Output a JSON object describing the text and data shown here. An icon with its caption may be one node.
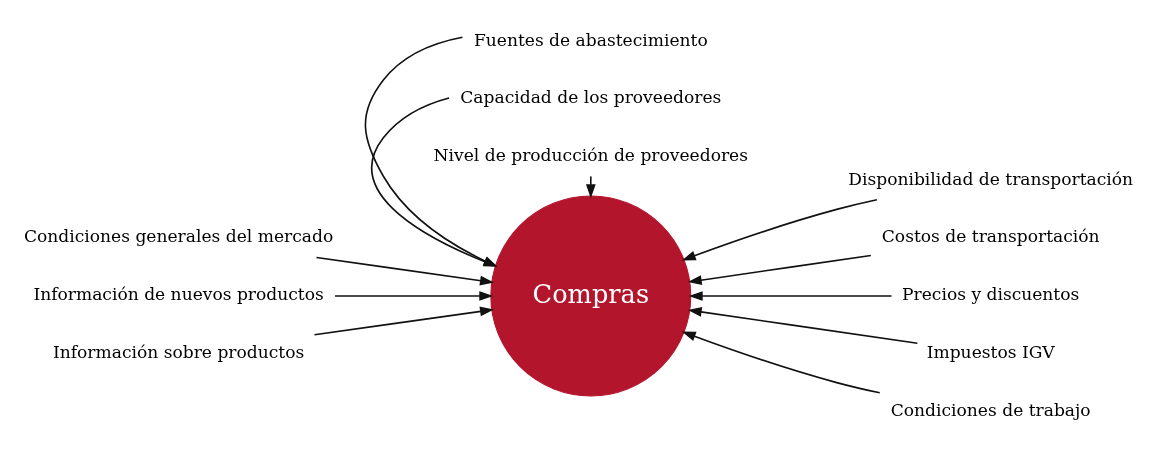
{
  "diagram": {
    "nodes": [
      {
        "text": [
          "Compras"
        ]
      },
      {
        "text": [
          "Condiciones generales del mercado"
        ]
      },
      {
        "text": [
          "Disponibilidad de transportación"
        ]
      },
      {
        "text": [
          "Costos de transportación"
        ]
      },
      {
        "text": [
          "Información de nuevos productos"
        ]
      },
      {
        "text": [
          "Precios y discuentos"
        ]
      },
      {
        "text": [
          "Impuestos IGV"
        ]
      },
      {
        "text": [
          "Información sobre productos"
        ]
      },
      {
        "text": [
          "Condiciones de trabajo"
        ]
      },
      {
        "text": [
          "Fuentes de abastecimiento"
        ]
      },
      {
        "text": [
          "Capacidad de los proveedores"
        ]
      },
      {
        "text": [
          "Nivel de producción de proveedores"
        ]
      }
    ],
    "edges": [
      {
        "from": 1,
        "to": 0,
        "arrow": "to"
      },
      {
        "from": 2,
        "to": 0,
        "arrow": "to"
      },
      {
        "from": 3,
        "to": 0,
        "arrow": "to"
      },
      {
        "from": 4,
        "to": 0,
        "arrow": "to"
      },
      {
        "from": 5,
        "to": 0,
        "arrow": "to"
      },
      {
        "from": 6,
        "to": 0,
        "arrow": "to"
      },
      {
        "from": 7,
        "to": 0,
        "arrow": "to"
      },
      {
        "from": 8,
        "to": 0,
        "arrow": "to"
      },
      {
        "from": 9,
        "to": 0,
        "arrow": "to"
      },
      {
        "from": 10,
        "to": 0,
        "arrow": "to"
      },
      {
        "from": 11,
        "to": 0,
        "arrow": "to"
      }
    ]
  }
}
